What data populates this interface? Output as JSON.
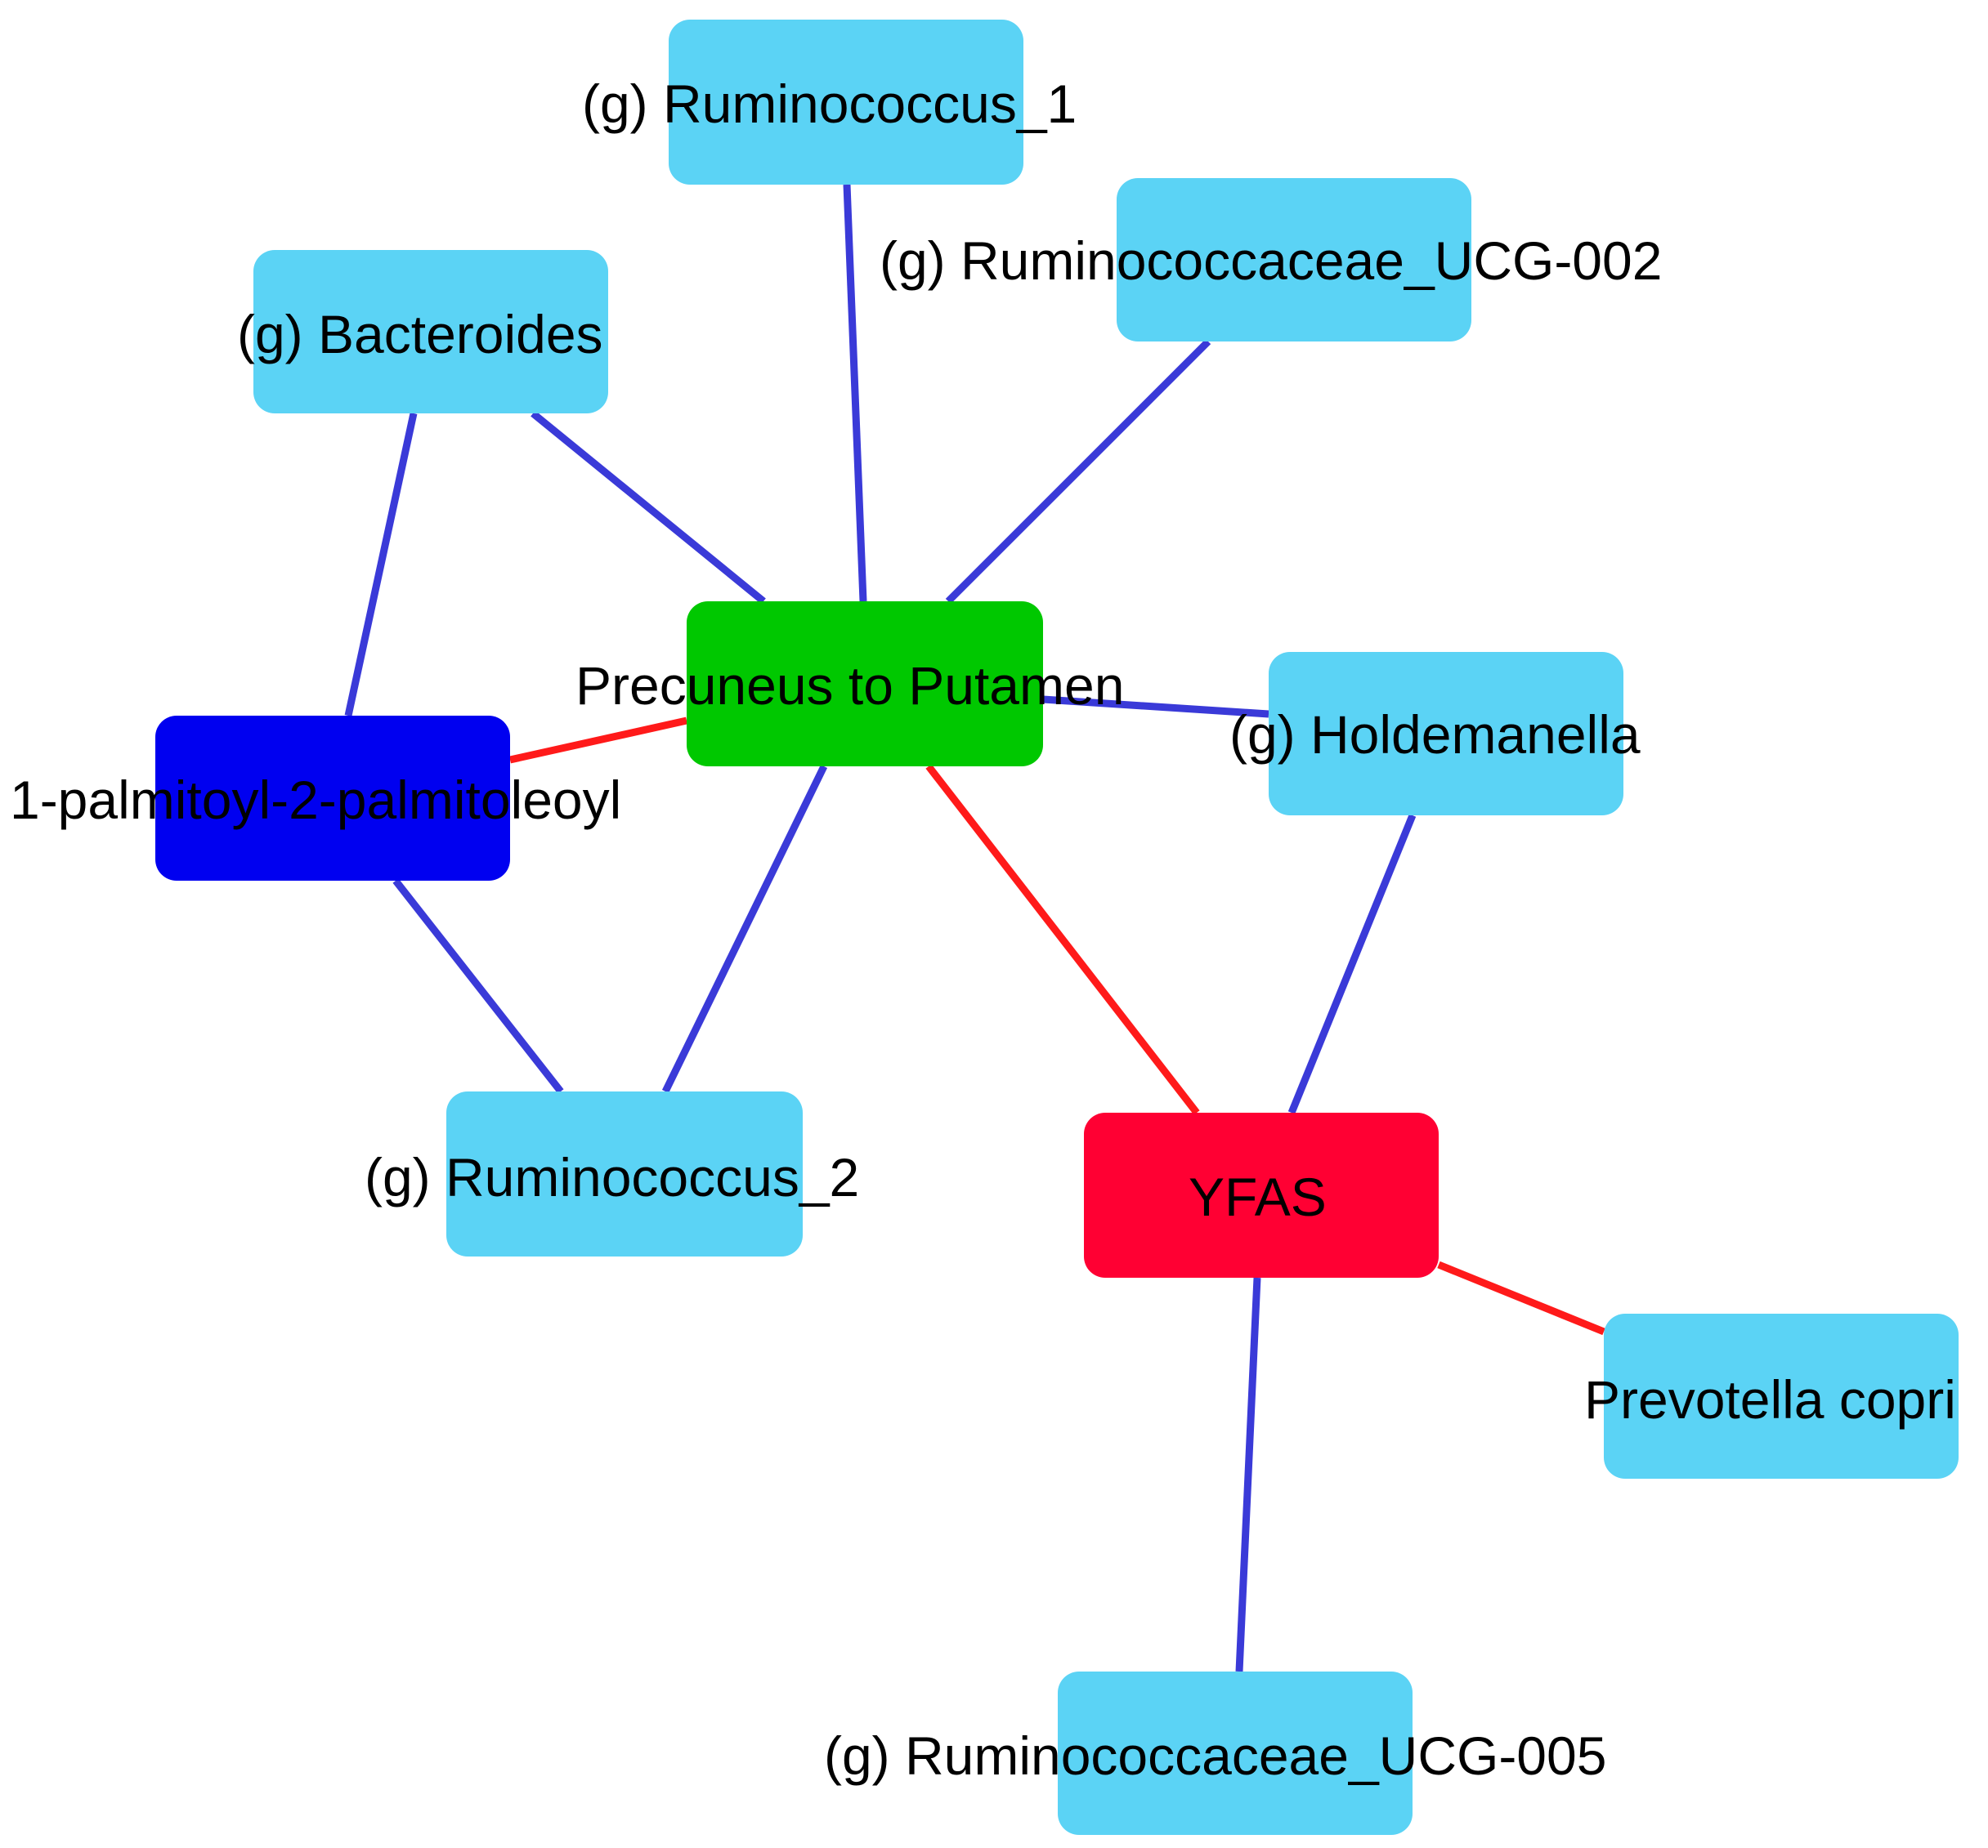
{
  "colors": {
    "taxon": "#5bd3f5",
    "brain": "#00c800",
    "lipid": "#0000f0",
    "behavior": "#ff0033",
    "edge_negative": "#3a3ad8",
    "edge_positive": "#ff1a1a"
  },
  "nodes": {
    "ruminococcus_1": {
      "label": "(g) Ruminococcus_1",
      "type": "taxon"
    },
    "ruminococcaceae_ucg_002": {
      "label": "(g) Ruminococcaceae_UCG-002",
      "type": "taxon"
    },
    "bacteroides": {
      "label": "(g) Bacteroides",
      "type": "taxon"
    },
    "precuneus_putamen": {
      "label": "Precuneus to Putamen",
      "type": "brain"
    },
    "holdemanella": {
      "label": "(g) Holdemanella",
      "type": "taxon"
    },
    "palmitoyl": {
      "label": "1-palmitoyl-2-palmitoleoyl",
      "type": "lipid"
    },
    "ruminococcus_2": {
      "label": "(g) Ruminococcus_2",
      "type": "taxon"
    },
    "yfas": {
      "label": "YFAS",
      "type": "behavior"
    },
    "prevotella_copri": {
      "label": "Prevotella copri",
      "type": "taxon"
    },
    "ruminococcaceae_ucg_005": {
      "label": "(g) Ruminococcaceae_UCG-005",
      "type": "taxon"
    }
  },
  "edges": [
    {
      "source": "ruminococcus_1",
      "target": "precuneus_putamen",
      "sign": "negative"
    },
    {
      "source": "ruminococcaceae_ucg_002",
      "target": "precuneus_putamen",
      "sign": "negative"
    },
    {
      "source": "bacteroides",
      "target": "precuneus_putamen",
      "sign": "negative"
    },
    {
      "source": "bacteroides",
      "target": "palmitoyl",
      "sign": "negative"
    },
    {
      "source": "palmitoyl",
      "target": "precuneus_putamen",
      "sign": "positive"
    },
    {
      "source": "precuneus_putamen",
      "target": "holdemanella",
      "sign": "negative"
    },
    {
      "source": "palmitoyl",
      "target": "ruminococcus_2",
      "sign": "negative"
    },
    {
      "source": "precuneus_putamen",
      "target": "ruminococcus_2",
      "sign": "negative"
    },
    {
      "source": "precuneus_putamen",
      "target": "yfas",
      "sign": "positive"
    },
    {
      "source": "holdemanella",
      "target": "yfas",
      "sign": "negative"
    },
    {
      "source": "yfas",
      "target": "prevotella_copri",
      "sign": "positive"
    },
    {
      "source": "yfas",
      "target": "ruminococcaceae_ucg_005",
      "sign": "negative"
    }
  ]
}
